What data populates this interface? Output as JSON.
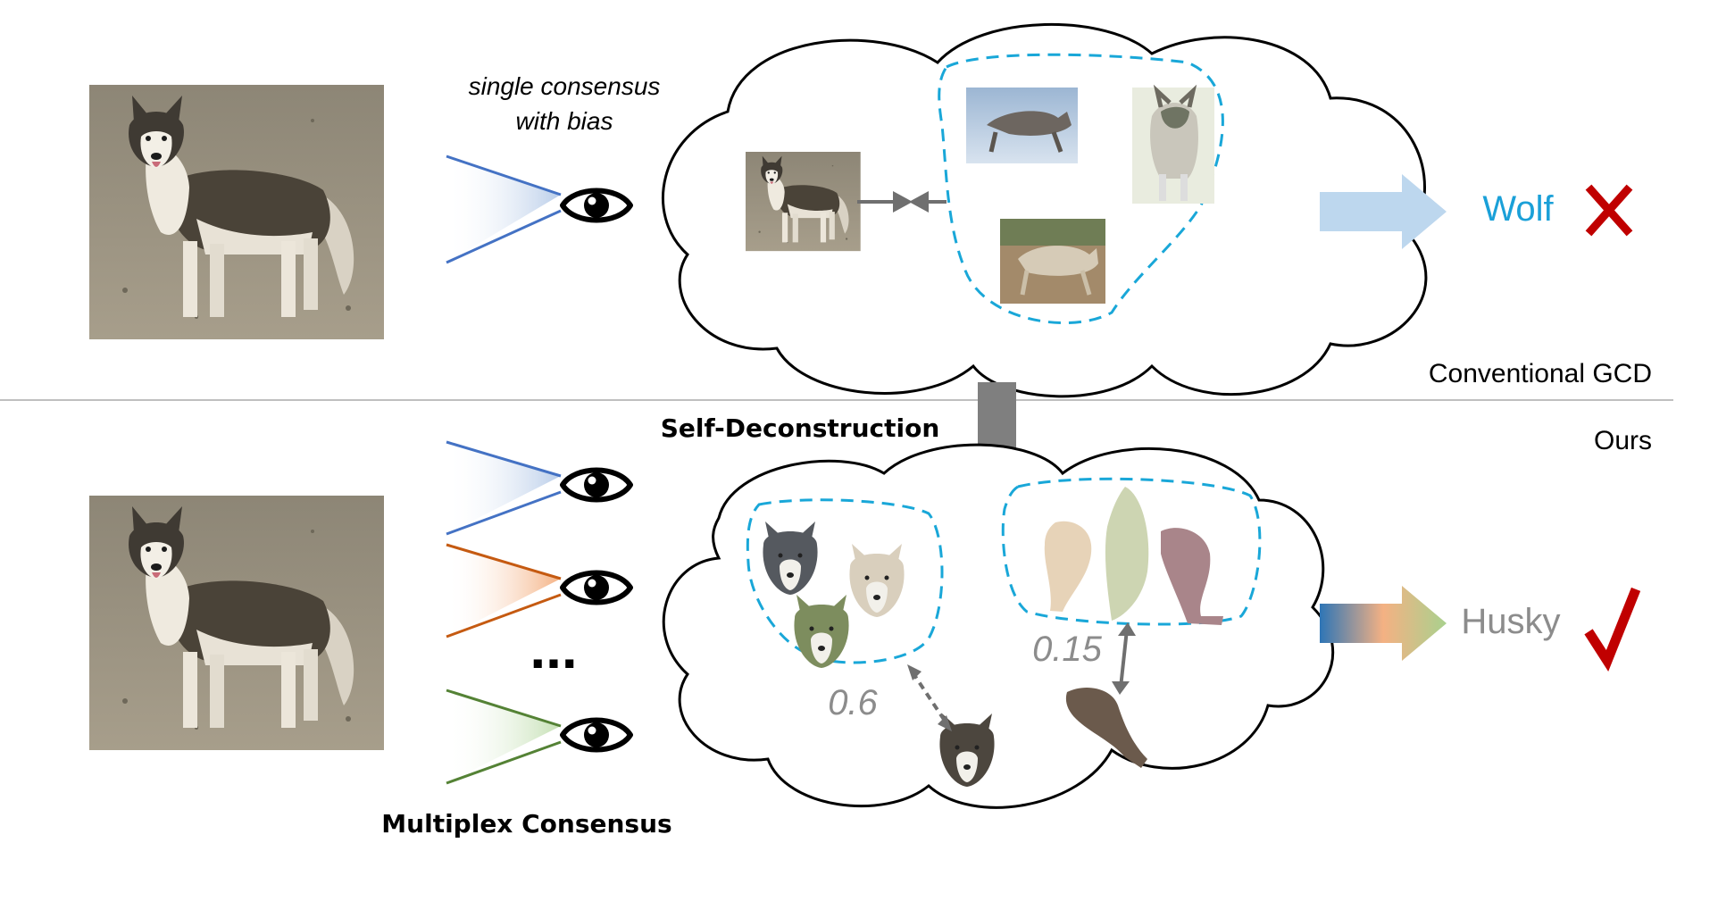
{
  "top_panel": {
    "viewer_caption_line1": "single consensus",
    "viewer_caption_line2": "with bias",
    "prediction": "Wolf",
    "prediction_mark": "cross-mark-icon",
    "label": "Conventional GCD"
  },
  "bottom_panel": {
    "label": "Ours",
    "transition_label": "Self-Deconstruction",
    "viewers_caption": "Multiplex Consensus",
    "ellipsis": "...",
    "similarity_heads": "0.6",
    "similarity_legs": "0.15",
    "prediction": "Husky",
    "prediction_mark": "check-mark-icon"
  },
  "colors": {
    "accent_blue": "#1aa0d8",
    "cluster_dash": "#19a7d8",
    "viewer_blue": "#4472c4",
    "viewer_orange": "#c55a11",
    "viewer_green": "#548235",
    "wrong_red": "#c00000",
    "husky_gray": "#8c8c8c",
    "arrow_gray": "#6f6f6f"
  }
}
